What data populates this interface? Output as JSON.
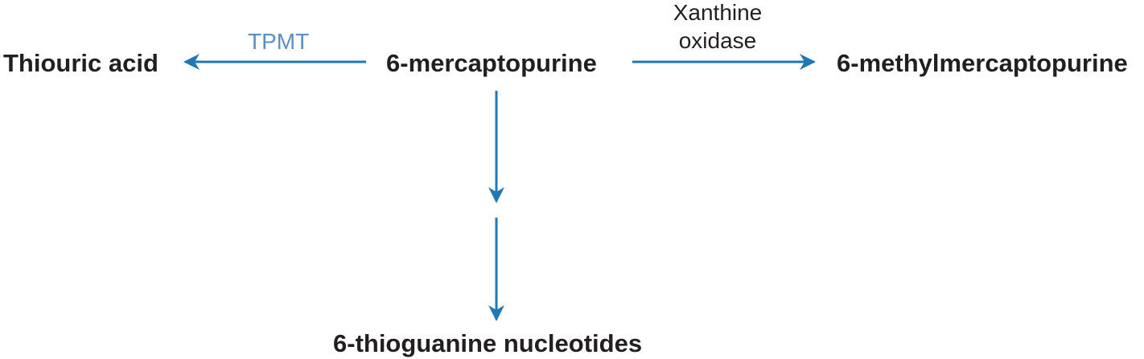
{
  "nodes": {
    "center": "6-mercaptopurine",
    "left": "Thiouric acid",
    "right": "6-methylmercaptopurine",
    "bottom": "6-thioguanine nucleotides"
  },
  "enzymes": {
    "left": "TPMT",
    "right_line1": "Xanthine",
    "right_line2": "oxidase"
  },
  "colors": {
    "arrow": "#1f78b4",
    "enzyme_tpmt": "#5b8fc2",
    "text": "#231f20"
  }
}
